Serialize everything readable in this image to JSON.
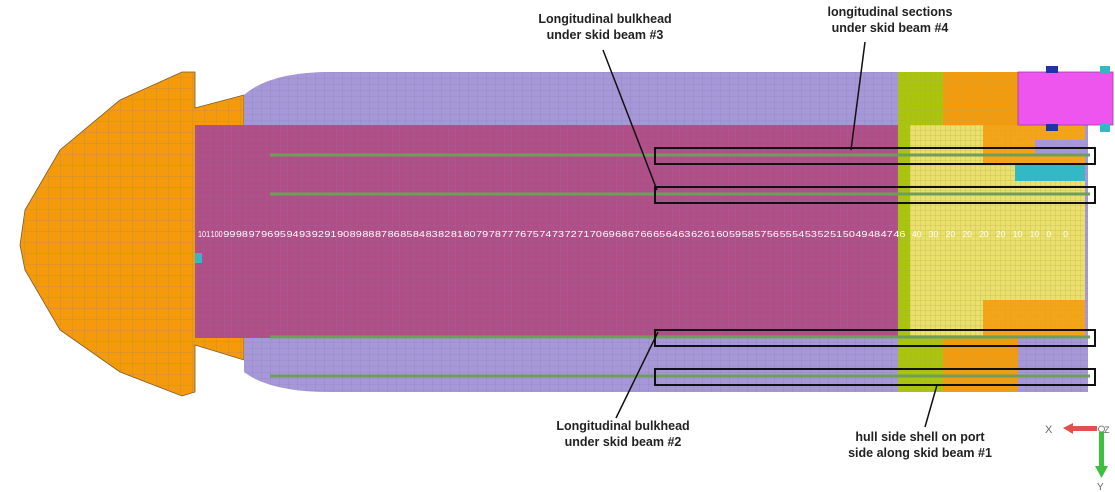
{
  "callouts": {
    "bulkhead_3": {
      "line1": "Longitudinal bulkhead",
      "line2": "under skid beam #3"
    },
    "sections_4": {
      "line1": "longitudinal sections",
      "line2": "under skid beam #4"
    },
    "bulkhead_2": {
      "line1": "Longitudinal bulkhead",
      "line2": "under skid beam #2"
    },
    "shell_1": {
      "line1": "hull side shell on port",
      "line2": "side along skid beam #1"
    }
  },
  "frame_numbers": [
    "101",
    "100",
    "99",
    "98",
    "97",
    "96",
    "95",
    "94",
    "93",
    "92",
    "91",
    "90",
    "89",
    "88",
    "87",
    "86",
    "85",
    "84",
    "83",
    "82",
    "81",
    "80",
    "79",
    "78",
    "77",
    "76",
    "75",
    "74",
    "73",
    "72",
    "71",
    "70",
    "69",
    "68",
    "67",
    "66",
    "65",
    "64",
    "63",
    "62",
    "61",
    "60",
    "59",
    "58",
    "57",
    "56",
    "55",
    "54",
    "53",
    "52",
    "51",
    "50",
    "49",
    "48",
    "47",
    "46"
  ],
  "aft_frame_labels": [
    "40",
    "30",
    "20",
    "20",
    "20",
    "20",
    "10",
    "10",
    "0",
    "0"
  ],
  "axes": {
    "x_label": "X",
    "y_label": "Y",
    "z_label": "Z"
  },
  "colors": {
    "bow": "#f59a0b",
    "hull_side": "#a698d8",
    "deck_center": "#b14e86",
    "stiffener": "#6f9e5c",
    "yellow_zone": "#eae06c",
    "lime_zone": "#a9c60b",
    "orange_zone": "#f59a0b",
    "magenta_block": "#ee55ee",
    "cyan_part": "#33b8c6",
    "mesh_line": "#8a8aa8",
    "x_arrow": "#e35050",
    "y_arrow": "#3fbf3f"
  }
}
